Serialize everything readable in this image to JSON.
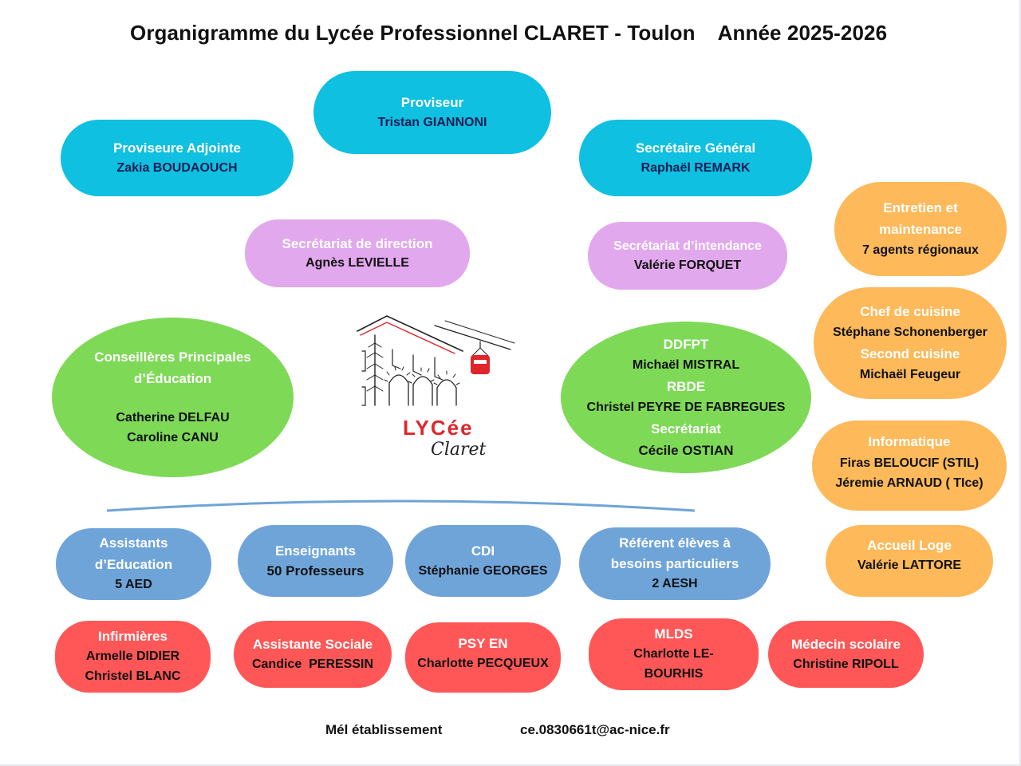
{
  "header": {
    "title": "Organigramme du Lycée Professionnel CLARET - Toulon",
    "year": "Année 2025-2026"
  },
  "colors": {
    "direction": "#0fc0e0",
    "secretariat": "#e2a8ed",
    "education_pedagogy": "#7ed957",
    "agents": "#fdb95a",
    "teams": "#6fa4d9",
    "health_social": "#ff5757"
  },
  "direction": {
    "proviseur": {
      "role": "Proviseur",
      "person": "Tristan GIANNONI"
    },
    "adjointe": {
      "role": "Proviseure Adjointe",
      "person": "Zakia BOUDAOUCH"
    },
    "secretaire_general": {
      "role": "Secrétaire Général",
      "person": "Raphaël REMARK"
    }
  },
  "secretariats": {
    "direction": {
      "role": "Secrétariat de direction",
      "person": "Agnès LEVIELLE"
    },
    "intendance": {
      "role": "Secrétariat d’intendance",
      "person": "Valérie FORQUET"
    }
  },
  "cpe": {
    "role_line1": "Conseillères Principales",
    "role_line2": "d’Éducation",
    "persons": [
      "Catherine DELFAU",
      "Caroline CANU"
    ]
  },
  "ddfpt": {
    "role1": "DDFPT",
    "person1": "Michaël MISTRAL",
    "role2": "RBDE",
    "person2": "Christel PEYRE DE FABREGUES",
    "role3": "Secrétariat",
    "person3": "Cécile OSTIAN"
  },
  "logo": {
    "word1": "LYCée",
    "word2": "Claret",
    "icon": "cable-car-building-icon"
  },
  "agents": {
    "entretien": {
      "role_line1": "Entretien et",
      "role_line2": "maintenance",
      "person": "7 agents régionaux"
    },
    "cuisine": {
      "role1": "Chef de cuisine",
      "person1": "Stéphane Schonenberger",
      "role2": "Second cuisine",
      "person2": "Michaël Feugeur"
    },
    "informatique": {
      "role": "Informatique",
      "persons": [
        "Firas BELOUCIF (STIL)",
        "Jéremie ARNAUD ( TIce)"
      ]
    },
    "accueil": {
      "role": "Accueil Loge",
      "person": "Valérie LATTORE"
    }
  },
  "teams": {
    "aed": {
      "role_line1": "Assistants",
      "role_line2": "d’Education",
      "person": "5 AED"
    },
    "enseignants": {
      "role": "Enseignants",
      "person": "50 Professeurs"
    },
    "cdi": {
      "role": "CDI",
      "person": "Stéphanie GEORGES"
    },
    "referent": {
      "role_line1": "Référent élèves à",
      "role_line2": "besoins particuliers",
      "person": "2 AESH"
    }
  },
  "health": {
    "infirmieres": {
      "role": "Infirmières",
      "persons": [
        "Armelle DIDIER",
        "Christel BLANC"
      ]
    },
    "assistante_sociale": {
      "role": "Assistante Sociale",
      "person": "Candice  PERESSIN"
    },
    "psy": {
      "role": "PSY EN",
      "person": "Charlotte PECQUEUX"
    },
    "mlds": {
      "role": "MLDS",
      "person_line1": "Charlotte LE-",
      "person_line2": "BOURHIS"
    },
    "medecin": {
      "role": "Médecin scolaire",
      "person": "Christine RIPOLL"
    }
  },
  "footer": {
    "label": "Mél établissement",
    "email": "ce.0830661t@ac-nice.fr"
  }
}
